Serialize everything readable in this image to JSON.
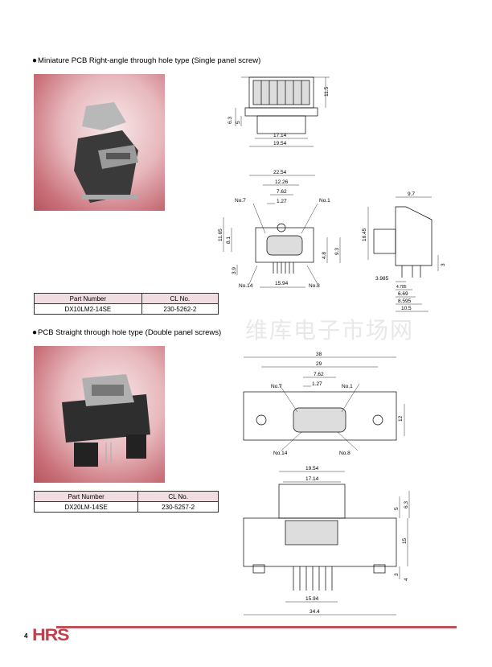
{
  "section1": {
    "bullet": "●",
    "title": "Miniature PCB Right-angle through hole type (Single panel screw)",
    "table": {
      "headers": [
        "Part Number",
        "CL  No."
      ],
      "rows": [
        [
          "DX10LM2-14SE",
          "230-5262-2"
        ]
      ]
    },
    "top_view": {
      "dims": [
        "11.5",
        "6.3",
        "5",
        "17.14",
        "19.54"
      ]
    },
    "front_view": {
      "dims": [
        "22.54",
        "12.26",
        "7.62",
        "1.27",
        "11.65",
        "8.1",
        "4.8",
        "9.3",
        "3.9",
        "15.94"
      ],
      "pins": [
        "No.7",
        "No.1",
        "No.14",
        "No.8"
      ]
    },
    "side_view": {
      "dims": [
        "9.7",
        "16.45",
        "3",
        "3.985",
        "4.785",
        "6.69",
        "8.595",
        "10.5"
      ]
    }
  },
  "section2": {
    "bullet": "●",
    "title": "PCB Straight through hole type (Double panel screws)",
    "table": {
      "headers": [
        "Part Number",
        "CL  No."
      ],
      "rows": [
        [
          "DX20LM-14SE",
          "230-5257-2"
        ]
      ]
    },
    "top_view": {
      "dims": [
        "38",
        "29",
        "7.62",
        "1.27",
        "12"
      ],
      "pins": [
        "No.7",
        "No.1",
        "No.14",
        "No.8"
      ]
    },
    "front_view": {
      "dims": [
        "19.54",
        "17.14",
        "5",
        "6.3",
        "15",
        "3",
        "4",
        "15.94",
        "34.4"
      ]
    }
  },
  "watermark": "维库电子市场网",
  "footer": {
    "page_number": "4",
    "logo": "HRS"
  },
  "colors": {
    "accent": "#c0505a",
    "table_header": "#f0dde2"
  }
}
